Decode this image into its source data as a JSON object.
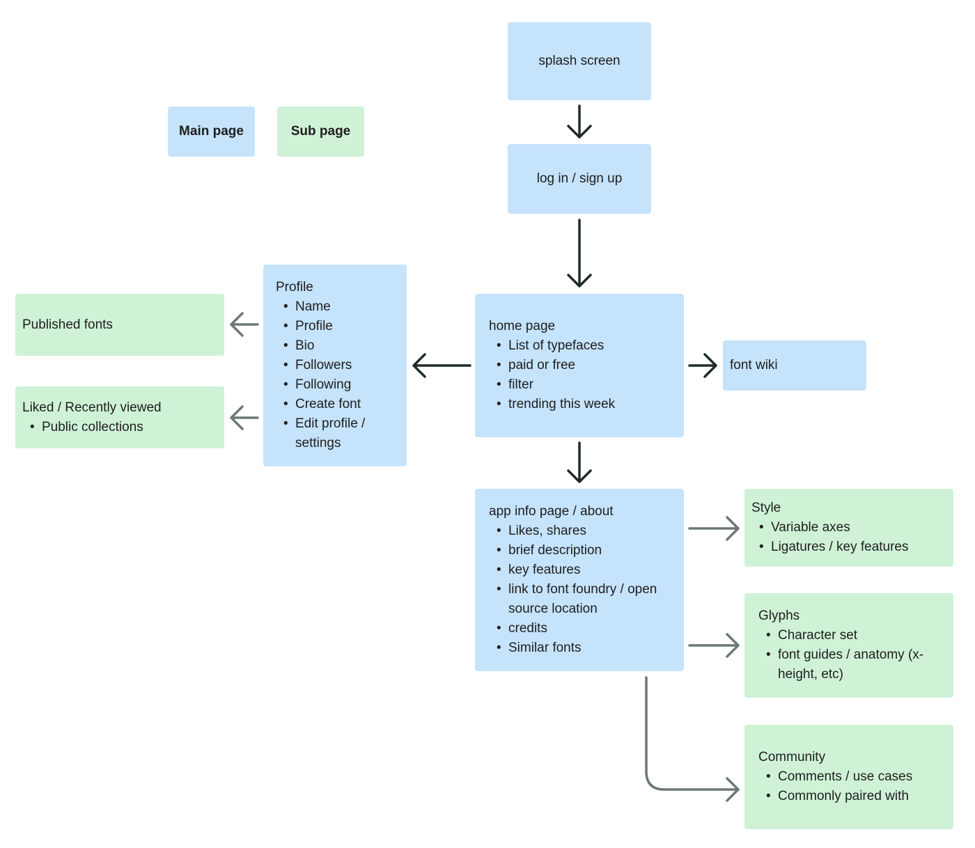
{
  "legend": {
    "main": "Main page",
    "sub": "Sub page"
  },
  "colors": {
    "main": "#c5e3fb",
    "sub": "#cff2d6",
    "arrow_dark": "#1f2a2a",
    "arrow_gray": "#6b7874"
  },
  "splash": {
    "title": "splash screen"
  },
  "login": {
    "title": "log in / sign up"
  },
  "home": {
    "title": "home page",
    "items": [
      "List of typefaces",
      "paid or free",
      "filter",
      "trending this week"
    ]
  },
  "font_wiki": {
    "title": "font wiki"
  },
  "profile": {
    "title": "Profile",
    "items": [
      "Name",
      "Profile",
      "Bio",
      "Followers",
      "Following",
      "Create font",
      "Edit profile / settings"
    ]
  },
  "published": {
    "title": "Published fonts"
  },
  "liked": {
    "title": "Liked / Recently viewed",
    "items": [
      "Public collections"
    ]
  },
  "app_info": {
    "title": "app info page / about",
    "items": [
      "Likes, shares",
      "brief description",
      "key features",
      "link to font foundry / open source location",
      "credits",
      "Similar fonts"
    ]
  },
  "style": {
    "title": "Style",
    "items": [
      "Variable axes",
      "Ligatures / key features"
    ]
  },
  "glyphs": {
    "title": "Glyphs",
    "items": [
      "Character set",
      "font guides / anatomy (x-height, etc)"
    ]
  },
  "community": {
    "title": "Community",
    "items": [
      "Comments / use cases",
      "Commonly paired with"
    ]
  }
}
